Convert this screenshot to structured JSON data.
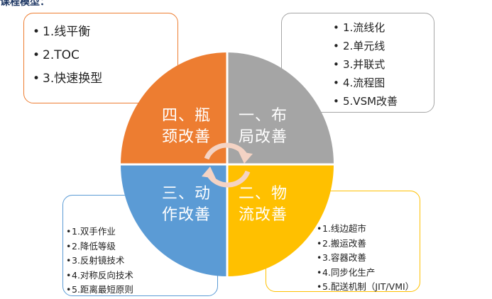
{
  "header": {
    "title": "课程模型："
  },
  "quadrants": {
    "top_left": {
      "label_line1": "四、瓶",
      "label_line2": "颈改善",
      "color": "#ed7d31"
    },
    "top_right": {
      "label_line1": "一、布",
      "label_line2": "局改善",
      "color": "#a5a5a5"
    },
    "bottom_left": {
      "label_line1": "三、动",
      "label_line2": "作改善",
      "color": "#5b9bd5"
    },
    "bottom_right": {
      "label_line1": "二、物",
      "label_line2": "流改善",
      "color": "#ffc000"
    }
  },
  "lists": {
    "top_left": [
      "1.线平衡",
      "2.TOC",
      "3.快速换型"
    ],
    "top_right": [
      "1.流线化",
      "2.单元线",
      "3.并联式",
      "4.流程图",
      "5.VSM改善"
    ],
    "bottom_left": [
      "1.双手作业",
      "2.降低等级",
      "3.反射镜技术",
      "4.对称反向技术",
      "5.距离最短原则"
    ],
    "bottom_right": [
      "1.线边超市",
      "2.搬运改善",
      "3.容器改善",
      "4.同步化生产",
      "5.配送机制（JIT/VMI）"
    ]
  },
  "cycle": {
    "arrow_color": "#f4d3c4"
  }
}
